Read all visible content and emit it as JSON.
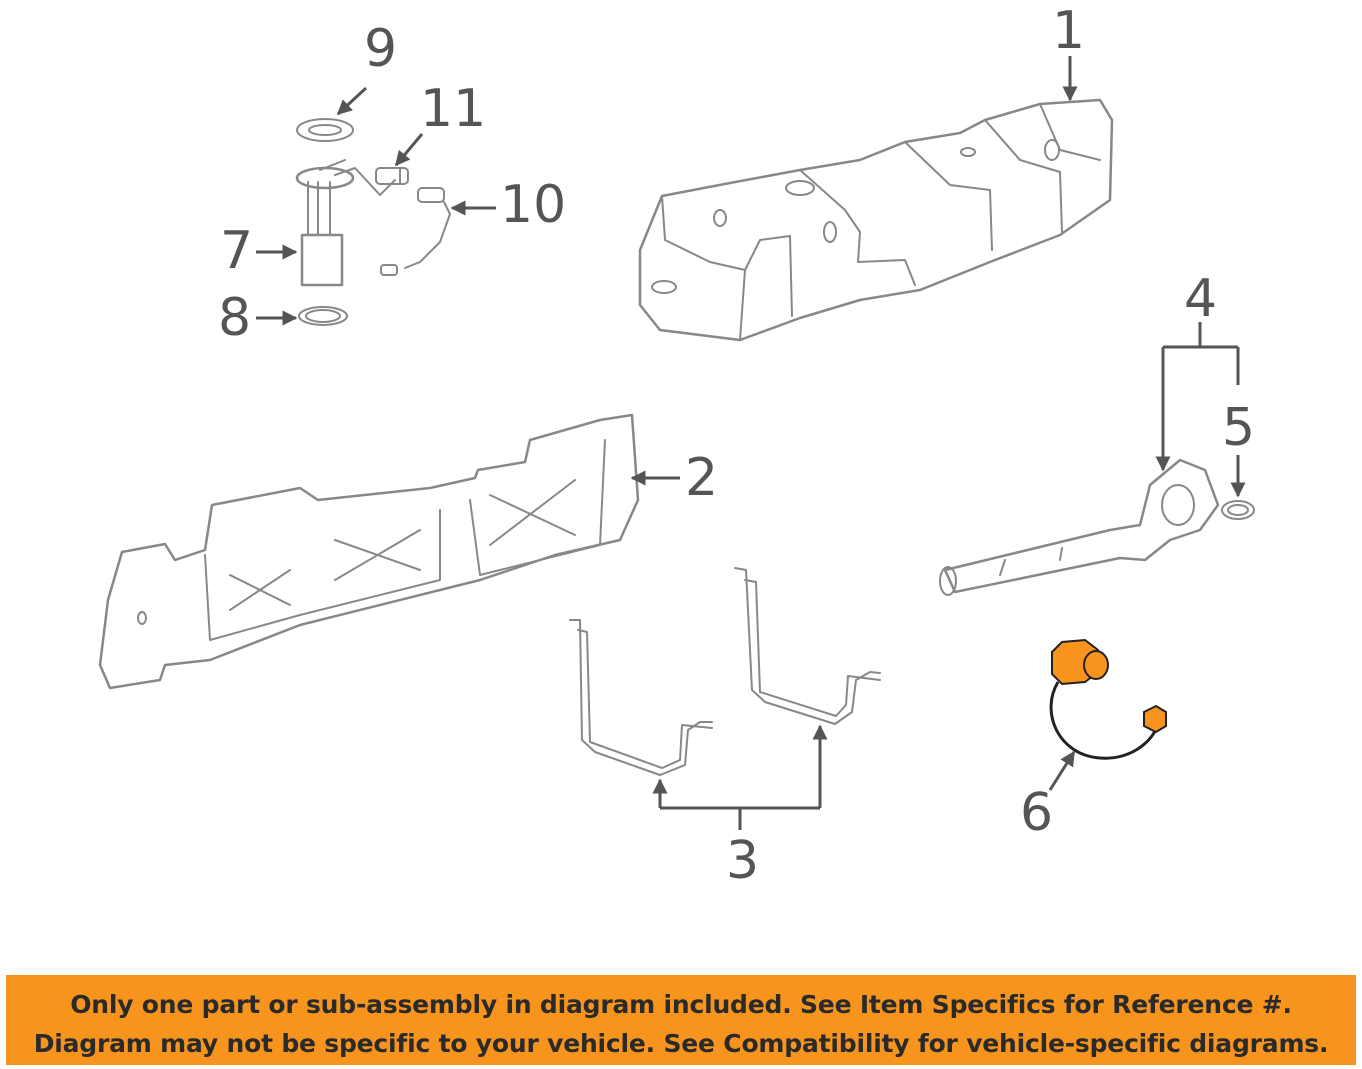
{
  "callouts": {
    "c1": "1",
    "c2": "2",
    "c3": "3",
    "c4": "4",
    "c5": "5",
    "c6": "6",
    "c7": "7",
    "c8": "8",
    "c9": "9",
    "c10": "10",
    "c11": "11"
  },
  "highlighted_part": "6",
  "colors": {
    "outline": "#888888",
    "callout_text": "#555555",
    "highlight_part": "#f7941d",
    "banner_background": "#f7941d",
    "banner_text": "#2a2a2a"
  },
  "notice": {
    "line1": "Only one part or sub-assembly in diagram included. See Item Specifics for Reference #.",
    "line2": "Diagram may not be specific to your vehicle. See Compatibility for vehicle-specific diagrams."
  }
}
